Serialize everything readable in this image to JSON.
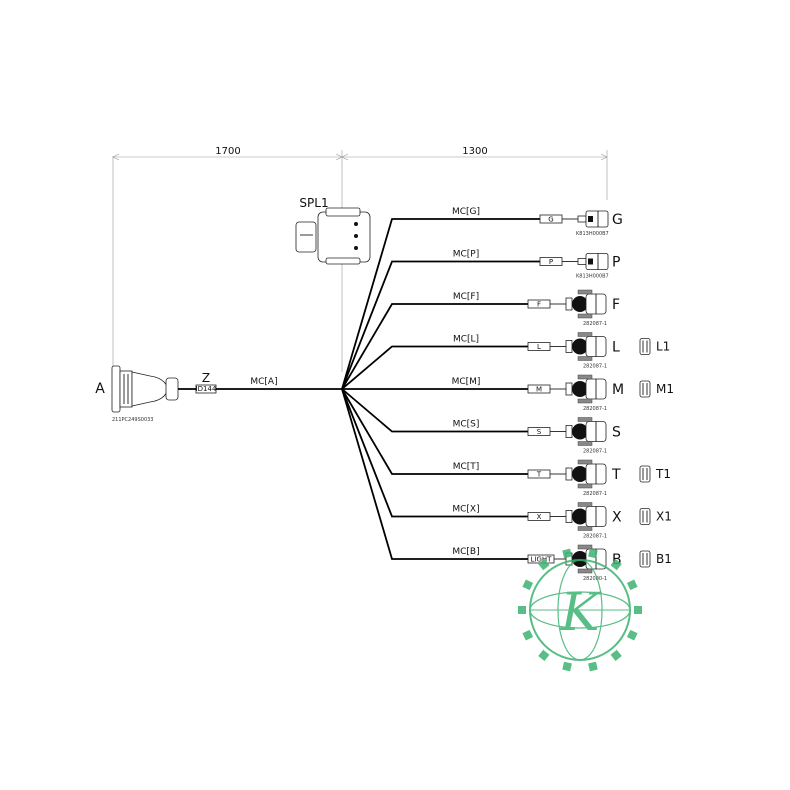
{
  "dimensions": {
    "left": "1700",
    "right": "1300"
  },
  "splice": {
    "name": "SPL1"
  },
  "connector_a": {
    "name": "A",
    "part": "211PC249S0033",
    "branch": "Z",
    "tag": "ID144",
    "wire": "MC[A]"
  },
  "branches": [
    {
      "wire": "MC[G]",
      "tag": "G",
      "name": "G",
      "part": "K813H000B7",
      "type": "small",
      "side": ""
    },
    {
      "wire": "MC[P]",
      "tag": "P",
      "name": "P",
      "part": "K813H000B7",
      "type": "small",
      "side": ""
    },
    {
      "wire": "MC[F]",
      "tag": "F",
      "name": "F",
      "part": "282087-1",
      "type": "big",
      "side": ""
    },
    {
      "wire": "MC[L]",
      "tag": "L",
      "name": "L",
      "part": "282087-1",
      "type": "big",
      "side": "L1"
    },
    {
      "wire": "MC[M]",
      "tag": "M",
      "name": "M",
      "part": "282087-1",
      "type": "big",
      "side": "M1"
    },
    {
      "wire": "MC[S]",
      "tag": "S",
      "name": "S",
      "part": "282087-1",
      "type": "big",
      "side": ""
    },
    {
      "wire": "MC[T]",
      "tag": "T",
      "name": "T",
      "part": "282087-1",
      "type": "big",
      "side": "T1"
    },
    {
      "wire": "MC[X]",
      "tag": "X",
      "name": "X",
      "part": "282087-1",
      "type": "big",
      "side": "X1"
    },
    {
      "wire": "MC[B]",
      "tag": "LIGHT",
      "name": "B",
      "part": "282080-1",
      "type": "big",
      "side": "B1"
    }
  ],
  "colors": {
    "wire": "#000000",
    "watermark": "#3cb371"
  }
}
